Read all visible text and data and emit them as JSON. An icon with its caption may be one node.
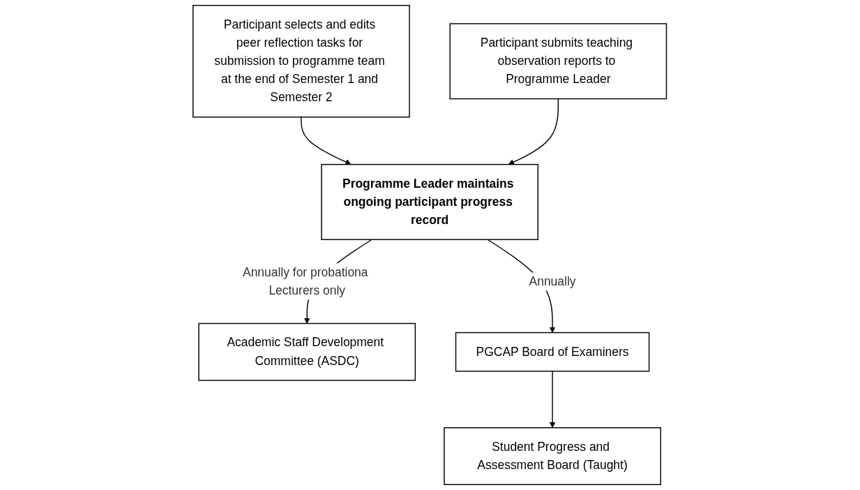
{
  "diagram": {
    "nodes": [
      {
        "text": [
          "Participant selects and edits peer reflection tasks for submission to programme team at the end of Semester 1 and Semester 2"
        ]
      },
      {
        "text": [
          "Participant submits teaching observation reports to Programme Leader"
        ]
      },
      {
        "text": [
          "Programme Leader maintains ongoing participant progress record"
        ]
      },
      {
        "text": [
          "Academic Staff Development Committee (ASDC)"
        ]
      },
      {
        "text": [
          "PGCAP Board of Examiners"
        ]
      },
      {
        "text": [
          "Student Progress and Assessment Board (Taught)"
        ]
      }
    ],
    "edges": [
      {
        "from": 0,
        "to": 2,
        "arrow": "to"
      },
      {
        "from": 1,
        "to": 2,
        "arrow": "to"
      },
      {
        "from": 2,
        "to": 3,
        "arrow": "to",
        "label": "Annually for probationa Lecturers only"
      },
      {
        "from": 2,
        "to": 4,
        "arrow": "to",
        "label": "Annually"
      },
      {
        "from": 4,
        "to": 5,
        "arrow": "to"
      }
    ]
  }
}
